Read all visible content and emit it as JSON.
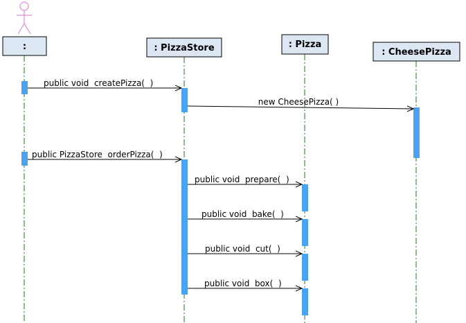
{
  "diagram": {
    "type": "uml-sequence",
    "colors": {
      "activation": "#4aa3f0",
      "lifeline": "#1d7a1d",
      "header_fill": "#dde7f4",
      "actor": "#e08ad8"
    },
    "actor_icon": "stick-figure-actor",
    "lifelines": [
      {
        "id": "caller",
        "label": ":"
      },
      {
        "id": "store",
        "label": ": PizzaStore"
      },
      {
        "id": "pizza",
        "label": ": Pizza"
      },
      {
        "id": "cheese",
        "label": ": CheesePizza"
      }
    ],
    "messages": [
      {
        "from": "caller",
        "to": "store",
        "label": "public void  createPizza(  )"
      },
      {
        "from": "store",
        "to": "cheese",
        "label": "new CheesePizza( )"
      },
      {
        "from": "caller",
        "to": "store",
        "label": "public PizzaStore  orderPizza(  )"
      },
      {
        "from": "store",
        "to": "pizza",
        "label": "public void  prepare(  )"
      },
      {
        "from": "store",
        "to": "pizza",
        "label": "public void  bake(  )"
      },
      {
        "from": "store",
        "to": "pizza",
        "label": "public void  cut(  )"
      },
      {
        "from": "store",
        "to": "pizza",
        "label": "public void  box(  )"
      }
    ]
  }
}
